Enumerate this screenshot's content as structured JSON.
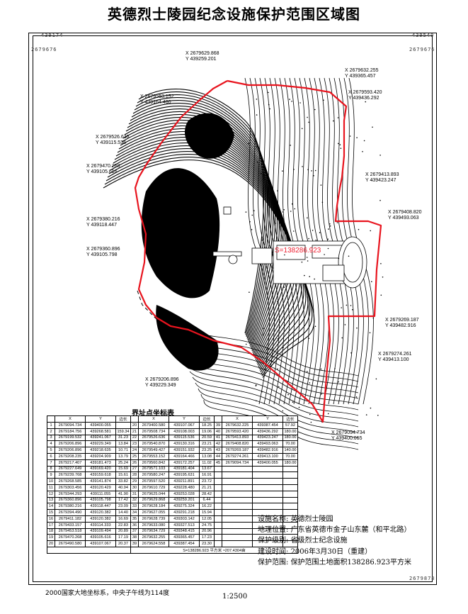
{
  "title": "英德烈士陵园纪念设施保护范围区域图",
  "corner_labels": {
    "top_left": "439174",
    "top_right": "439549",
    "left_top": "2679676",
    "right_top": "2679676",
    "bottom_right": "2679878"
  },
  "colors": {
    "boundary": "#e8141e",
    "contour": "#000000"
  },
  "map": {
    "area_label": "S=138286.923",
    "boundary_points": [
      {
        "x": "2679629.868",
        "y": "439259.201"
      },
      {
        "x": "2679632.255",
        "y": "439365.457"
      },
      {
        "x": "2679593.420",
        "y": "439436.292"
      },
      {
        "x": "2679553.152",
        "y": "439164.460"
      },
      {
        "x": "2679526.636",
        "y": "439115.536"
      },
      {
        "x": "2679470.268",
        "y": "439105.616"
      },
      {
        "x": "2679413.893",
        "y": "439423.247"
      },
      {
        "x": "2679408.820",
        "y": "439493.063"
      },
      {
        "x": "2679380.216",
        "y": "439118.447"
      },
      {
        "x": "2679360.896",
        "y": "439105.798"
      },
      {
        "x": "2679269.187",
        "y": "439482.916"
      },
      {
        "x": "2679274.261",
        "y": "439413.100"
      },
      {
        "x": "2679206.896",
        "y": "439229.349"
      },
      {
        "x": "2679094.734",
        "y": "439400.055"
      }
    ]
  },
  "table": {
    "title": "界址点坐标表",
    "headers": [
      "",
      "X",
      "Y",
      "边长"
    ],
    "rows": [
      [
        [
          "1",
          "2679094.734",
          "439400.055",
          ""
        ],
        [
          "20",
          "2679400.580",
          "439107.067",
          "18.25"
        ],
        [
          "39",
          "2679632.225",
          "439387.454",
          "57.92"
        ]
      ],
      [
        [
          "2",
          "2679184.756",
          "439268.581",
          "159.34"
        ],
        [
          "21",
          "2679508.734",
          "439108.003",
          "19.06"
        ],
        [
          "40",
          "2679593.420",
          "439436.292",
          "180.00"
        ]
      ],
      [
        [
          "3",
          "2679199.532",
          "439241.067",
          "31.23"
        ],
        [
          "22",
          "2679526.636",
          "439115.536",
          "20.59"
        ],
        [
          "41",
          "2679413.893",
          "439423.247",
          "180.00"
        ]
      ],
      [
        [
          "4",
          "2679206.896",
          "439229.349",
          "13.84"
        ],
        [
          "23",
          "2679540.870",
          "439130.316",
          "23.21"
        ],
        [
          "42",
          "2679408.820",
          "439493.063",
          "70.00"
        ]
      ],
      [
        [
          "5",
          "2679206.896",
          "439218.635",
          "10.71"
        ],
        [
          "24",
          "2679549.427",
          "439151.932",
          "23.25"
        ],
        [
          "43",
          "2679269.187",
          "439482.916",
          "140.00"
        ]
      ],
      [
        [
          "6",
          "2679208.235",
          "439204.909",
          "13.79"
        ],
        [
          "25",
          "2679553.152",
          "439164.466",
          "13.08"
        ],
        [
          "44",
          "2679274.261",
          "439413.100",
          "70.00"
        ]
      ],
      [
        [
          "7",
          "2679217.407",
          "439181.473",
          "25.24"
        ],
        [
          "26",
          "2679560.842",
          "439172.257",
          "11.02"
        ],
        [
          "45",
          "2679094.734",
          "439400.055",
          "180.00"
        ]
      ],
      [
        [
          "8",
          "2679227.649",
          "439169.420",
          "15.69"
        ],
        [
          "27",
          "2679571.103",
          "439181.404",
          "13.67"
        ],
        [
          "",
          "",
          "",
          ""
        ]
      ],
      [
        [
          "9",
          "2679239.768",
          "439159.618",
          "15.61"
        ],
        [
          "28",
          "2679580.247",
          "439195.631",
          "16.91"
        ],
        [
          "",
          "",
          "",
          ""
        ]
      ],
      [
        [
          "10",
          "2679268.585",
          "439141.874",
          "33.82"
        ],
        [
          "29",
          "2679597.520",
          "439211.891",
          "23.72"
        ],
        [
          "",
          "",
          "",
          ""
        ]
      ],
      [
        [
          "11",
          "2679303.456",
          "439120.429",
          "40.94"
        ],
        [
          "30",
          "2679610.729",
          "439228.480",
          "21.21"
        ],
        [
          "",
          "",
          "",
          ""
        ]
      ],
      [
        [
          "12",
          "2679344.293",
          "439111.055",
          "41.90"
        ],
        [
          "31",
          "2679625.044",
          "439253.028",
          "28.42"
        ],
        [
          "",
          "",
          "",
          ""
        ]
      ],
      [
        [
          "13",
          "2679360.896",
          "439105.798",
          "17.42"
        ],
        [
          "32",
          "2679629.868",
          "439259.201",
          "6.44"
        ],
        [
          "",
          "",
          "",
          ""
        ]
      ],
      [
        [
          "14",
          "2679380.216",
          "439118.447",
          "23.09"
        ],
        [
          "33",
          "2679628.184",
          "439275.324",
          "16.22"
        ],
        [
          "",
          "",
          "",
          ""
        ]
      ],
      [
        [
          "15",
          "2679394.490",
          "439120.382",
          "14.40"
        ],
        [
          "34",
          "2679627.055",
          "439291.218",
          "15.94"
        ],
        [
          "",
          "",
          "",
          ""
        ]
      ],
      [
        [
          "16",
          "2679411.182",
          "439120.382",
          "16.69"
        ],
        [
          "35",
          "2679628.739",
          "439303.142",
          "12.05"
        ],
        [
          "",
          "",
          "",
          ""
        ]
      ],
      [
        [
          "17",
          "2679433.157",
          "439114.333",
          "22.83"
        ],
        [
          "36",
          "2679633.080",
          "439327.513",
          "24.75"
        ],
        [
          "",
          "",
          "",
          ""
        ]
      ],
      [
        [
          "18",
          "2679453.518",
          "439109.494",
          "20.89"
        ],
        [
          "37",
          "2679634.729",
          "439348.415",
          "20.96"
        ],
        [
          "",
          "",
          "",
          ""
        ]
      ],
      [
        [
          "19",
          "2679470.268",
          "439105.616",
          "17.19"
        ],
        [
          "38",
          "2679632.255",
          "439365.457",
          "17.23"
        ],
        [
          "",
          "",
          "",
          ""
        ]
      ],
      [
        [
          "20",
          "2679490.580",
          "439107.067",
          "20.37"
        ],
        [
          "39",
          "2679624.558",
          "439387.454",
          "23.30"
        ],
        [
          "",
          "",
          "",
          ""
        ]
      ]
    ],
    "area_note": "S=138286.923 平方米 ≈207.4304亩"
  },
  "info": {
    "name_label": "设施名称:",
    "name_value": "英德烈士陵园",
    "location_label": "地理位置:",
    "location_value": "广东省英德市金子山东麓（和平北路）",
    "level_label": "保护级别:",
    "level_value": "省级烈士纪念设施",
    "date_label": "建设时间:",
    "date_value": "2006年3月30日（重建）",
    "range_label": "保护范围:",
    "range_value": "保护范围土地面积138286.923平方米"
  },
  "footer_note": "2000国家大地坐标系，中央子午线为114度",
  "scale": "1:2500"
}
